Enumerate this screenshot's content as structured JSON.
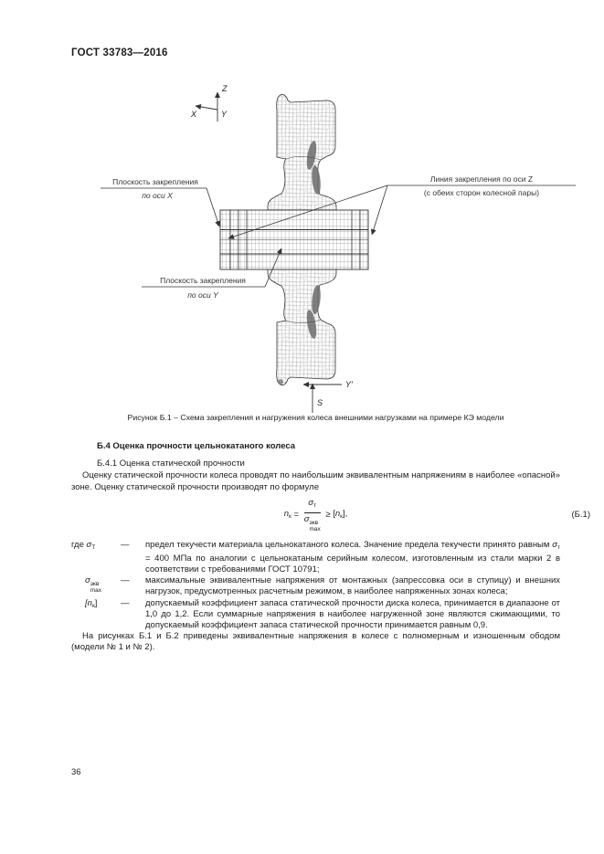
{
  "page": {
    "header": "ГОСТ 33783—2016",
    "page_number": "36"
  },
  "figure": {
    "caption": "Рисунок Б.1 – Схема закрепления и нагружения колеса внешними нагрузками на примере КЭ модели",
    "axes": {
      "z": "Z",
      "x": "X",
      "y": "Y",
      "y_prime": "Y'",
      "s": "S"
    },
    "callouts": {
      "left_line1": "Плоскость закрепления",
      "left_line2": "по оси X",
      "right_line1": "Линия закрепления по оси Z",
      "right_line2": "(с обеих сторон колесной пары)",
      "bottom_line1": "Плоскость закрепления",
      "bottom_line2": "по оси Y"
    }
  },
  "section": {
    "heading": "Б.4 Оценка прочности цельнокатаного колеса",
    "subheading": "Б.4.1 Оценка статической прочности",
    "paragraph1": "Оценку статической прочности колеса проводят по наибольшим эквивалентным напряжениям в наиболее «опасной» зоне. Оценку статической прочности производят по формуле",
    "formula": {
      "lhs_base": "n",
      "lhs_sub": "к",
      "eq_sign": "=",
      "num_base": "σ",
      "num_sub": "т",
      "den_base": "σ",
      "den_sup": "экв",
      "den_sub": "max",
      "geq_sign": "≥",
      "rhs_open": "[",
      "rhs_base": "n",
      "rhs_sub": "к",
      "rhs_close": "],",
      "number": "(Б.1)"
    },
    "definitions": [
      {
        "pre": "где ",
        "base": "σ",
        "sub": "Т",
        "sup": "",
        "post": "",
        "dash": "—",
        "text_a": "предел текучести материала цельнокатаного колеса. Значение предела текучести принято равным ",
        "sym": "σ",
        "sym_sub": "т",
        "text_b": " = 400 МПа по аналогии с цельнокатаным серийным колесом, изготовленным из стали марки 2 в соответствии с требованиями ГОСТ 10791;"
      },
      {
        "pre": "",
        "base": "σ",
        "sub": "max",
        "sup": "экв",
        "post": "",
        "dash": "—",
        "text_a": "максимальные эквивалентные напряжения от монтажных (запрессовка оси в ступицу) и внешних нагрузок, предусмотренных расчетным режимом, в наиболее напряженных зонах колеса;",
        "sym": "",
        "sym_sub": "",
        "text_b": ""
      },
      {
        "pre": "",
        "base": "[n",
        "sub": "к",
        "sup": "",
        "post": "]",
        "dash": "—",
        "text_a": "допускаемый коэффициент запаса статической прочности диска колеса, принимается в диапазоне от 1,0 до 1,2. Если суммарные напряжения в наиболее нагруженной зоне являются сжимающими, то допускаемый коэффициент запаса статической прочности принимается равным 0,9.",
        "sym": "",
        "sym_sub": "",
        "text_b": ""
      }
    ],
    "paragraph2": "На рисунках Б.1 и Б.2 приведены эквивалентные напряжения в колесе с полномерным и изношенным ободом (модели № 1 и № 2)."
  }
}
